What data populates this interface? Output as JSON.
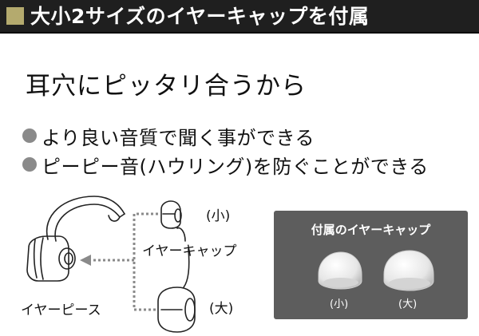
{
  "header": {
    "title": "大小2サイズのイヤーキャップを付属",
    "accent_color": "#b4aa6e",
    "background_color": "#1f1f1f"
  },
  "headline": "耳穴にピッタリ合うから",
  "bullets": [
    {
      "icon": "gray-circle-bullet-icon",
      "text": "より良い音質で聞く事ができる"
    },
    {
      "icon": "gray-circle-bullet-icon",
      "text": "ピーピー音(ハウリング)を防ぐことができる"
    }
  ],
  "diagram": {
    "label_small": "(小)",
    "label_large": "(大)",
    "label_earcap": "イヤーキャップ",
    "label_earpiece": "イヤーピース"
  },
  "panel": {
    "title": "付属のイヤーキャップ",
    "label_small": "(小)",
    "label_large": "(大)",
    "background_color": "#5d5d5d"
  }
}
